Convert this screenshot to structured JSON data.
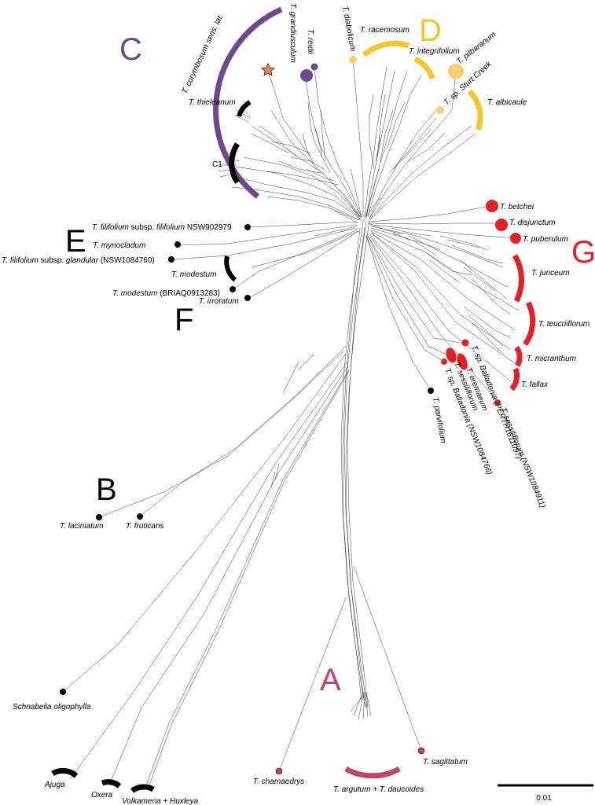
{
  "colors": {
    "A": "#c0446f",
    "C": "#6a4a8c",
    "D": "#f7c52a",
    "D_light": "#f8cf73",
    "G": "#e32026",
    "black": "#000000",
    "star": "#e8875a"
  },
  "groups": {
    "A": "A",
    "B": "B",
    "C": "C",
    "C1": "C1",
    "D": "D",
    "E": "E",
    "F": "F",
    "G": "G"
  },
  "taxa": {
    "grandiusculum": "T. grandiusculum",
    "reidii": "T. reidii",
    "corymbosum": "T. corymbosum sens. lat.",
    "thieleanum": "T. thieleanum",
    "diabolicum": "T. diabolicum",
    "racemosum": "T. racemosum",
    "integrifolium": "T. integrifolium",
    "pilbaranum": "T. pilbaranum",
    "sturt_creek": "T. sp. Sturt Creek",
    "albicaule": "T. albicaule",
    "betchei": "T. betchei",
    "disjunctum": "T. disjunctum",
    "puberulum": "T. puberulum",
    "junceum": "T. junceum",
    "teucriiflorum": "T. teucriiflorum",
    "micranthum": "T. micranthum",
    "fallax": "T. fallax",
    "balladonia_perth": "T. sp. Balladonia (PERTH1611097)",
    "eremaeum": "T. eremaeum",
    "sessiliflorum": "T. sessiliflorum",
    "balladonia_nsw": "T. sp. Balladonia (NSW1084766)",
    "sessiliflorum_nsw": "T. sessiliflorum (NSW1084911)",
    "parvifolium": "T. parvifolium",
    "filifolium_a": "T. filifolium",
    "filifolium_a_sub": "subsp.",
    "filifolium_a_name": "filifolium",
    "filifolium_a_code": "NSW902979",
    "myriocladum": "T. myriocladum",
    "filifolium_b": "T. filifolium",
    "filifolium_b_sub": "subsp.",
    "filifolium_b_name": "glandular",
    "filifolium_b_code": "(NSW1084760)",
    "modestum": "T. modestum",
    "modestum_b": "T. modestum",
    "modestum_b_code": "(BRIAQ0913283)",
    "irroratum": "T. irroratum",
    "laciniatum": "T. laciniatum",
    "fruticans": "T. fruticans",
    "schnabelia": "Schnabelia oligophylla",
    "ajuga": "Ajuga",
    "oxera": "Oxera",
    "volkameria": "Volkameria + Huxleya",
    "chamaedrys": "T. chamaedrys",
    "argutum": "T. argutum + T. daucoides",
    "sagittatum": "T. sagittatum"
  },
  "scale_bar": {
    "label": "0.01"
  }
}
